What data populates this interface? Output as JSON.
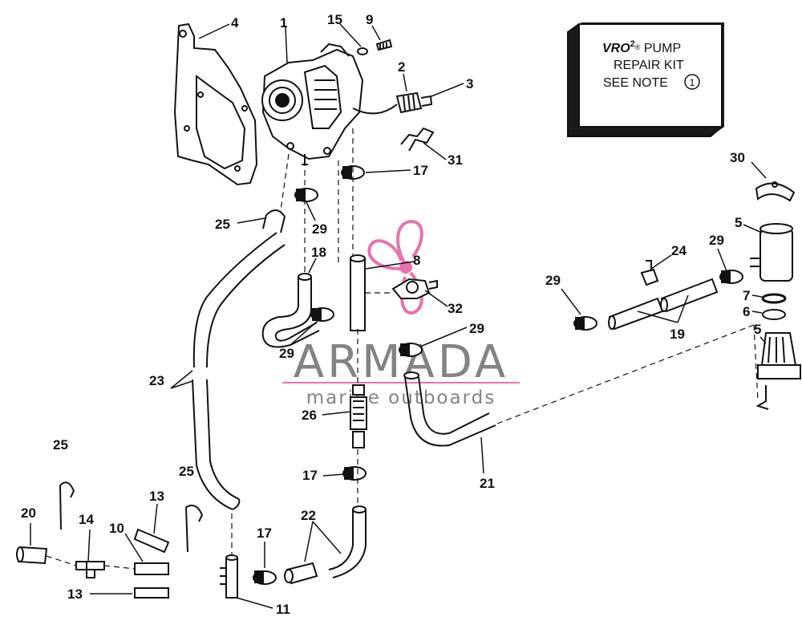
{
  "note_box": {
    "line1_italic": "VRO",
    "line1_sup": "2",
    "line1_reg": "®",
    "line1_rest": " PUMP",
    "line2": "REPAIR KIT",
    "line3": "SEE NOTE",
    "note_number": "1"
  },
  "watermark": {
    "brand": "ARMADA",
    "tagline": "marine outboards"
  },
  "labels": {
    "l1": "1",
    "l2": "2",
    "l3": "3",
    "l4": "4",
    "l5a": "5",
    "l5b": "5",
    "l6": "6",
    "l7": "7",
    "l8": "8",
    "l9": "9",
    "l10": "10",
    "l11": "11",
    "l13a": "13",
    "l13b": "13",
    "l14": "14",
    "l15": "15",
    "l17a": "17",
    "l17b": "17",
    "l17c": "17",
    "l18": "18",
    "l19": "19",
    "l20": "20",
    "l21": "21",
    "l22": "22",
    "l23": "23",
    "l24": "24",
    "l25a": "25",
    "l25b": "25",
    "l25c": "25",
    "l26": "26",
    "l29a": "29",
    "l29b": "29",
    "l29c": "29",
    "l29d": "29",
    "l29e": "29",
    "l30": "30",
    "l31": "31",
    "l32": "32"
  },
  "colors": {
    "ink": "#111111",
    "box_shadow": "#1a1a1a",
    "watermark_grey": "#6e6e6e",
    "watermark_pink": "#e35a9e"
  }
}
